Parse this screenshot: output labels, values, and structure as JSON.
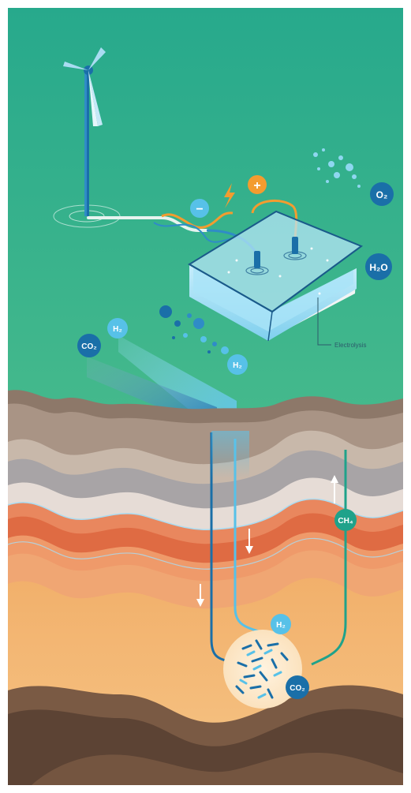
{
  "labels": {
    "o2": "O₂",
    "h2o": "H₂O",
    "electrolysis": "Electrolysis",
    "h2_top": "H₂",
    "co2_top": "CO₂",
    "h2_mid": "H₂",
    "ch4": "CH₄",
    "h2_bottom": "H₂",
    "co2_bottom": "CO₂",
    "plus": "+",
    "minus": "−"
  },
  "colors": {
    "sky_top": "#2fae8c",
    "sky_bottom": "#79cf8a",
    "dark_blue": "#1a6fa8",
    "light_blue": "#57c1e8",
    "teal": "#1fa28a",
    "orange": "#f39c2f",
    "water": "#8fd7f0"
  },
  "icons": {
    "wind_turbine": "wind-turbine-icon",
    "lightning": "lightning-icon",
    "electrolyser": "electrolyser-tank-icon",
    "reservoir": "microbe-reservoir-icon"
  }
}
